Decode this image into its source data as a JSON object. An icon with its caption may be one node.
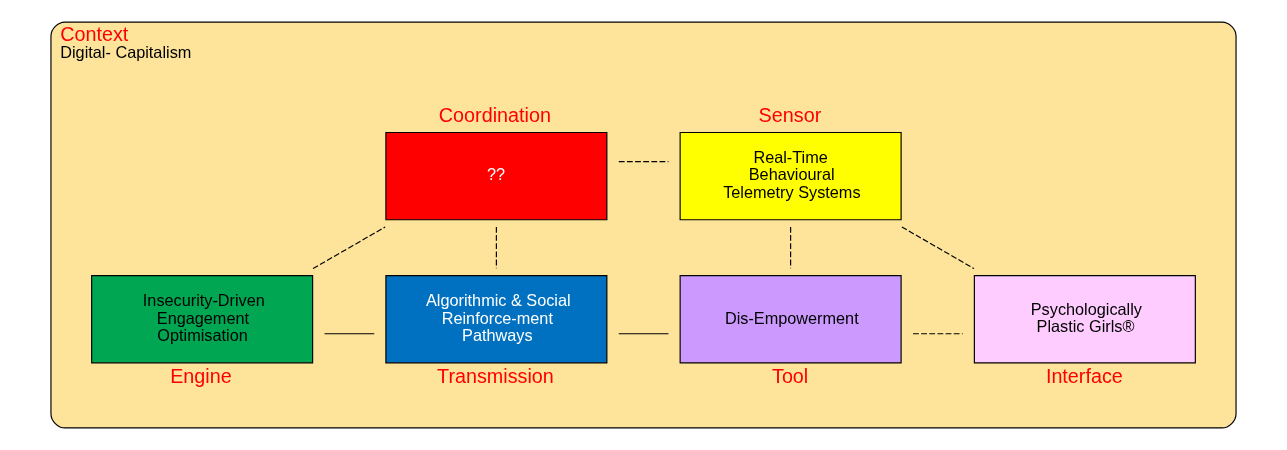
{
  "diagram": {
    "nodes": [
      {
        "text": [
          "Context",
          "Digital- Capitalism"
        ]
      },
      {
        "text": [
          "??"
        ],
        "beside": [
          "Coordination"
        ],
        "in": 0
      },
      {
        "text": [
          "Real-Time Behavioural Telemetry Systems"
        ],
        "beside": [
          "Sensor"
        ],
        "in": 0
      },
      {
        "text": [
          "Insecurity-Driven Engagement Optimisation"
        ],
        "beside": [
          "Engine"
        ],
        "in": 0
      },
      {
        "text": [
          "Algorithmic & Social Reinforce-ment Pathways"
        ],
        "beside": [
          "Transmission"
        ],
        "in": 0
      },
      {
        "text": [
          "Dis-Empowerment"
        ],
        "beside": [
          "Tool"
        ],
        "in": 0
      },
      {
        "text": [
          "Psychologically Plastic Girls®"
        ],
        "beside": [
          "Interface"
        ],
        "in": 0
      }
    ],
    "edges": [
      {
        "from": 3,
        "to": 1,
        "arrow": "none",
        "style": "dashed"
      },
      {
        "from": 1,
        "to": 4,
        "arrow": "none",
        "style": "dashed"
      },
      {
        "from": 1,
        "to": 2,
        "arrow": "none",
        "style": "dashed"
      },
      {
        "from": 2,
        "to": 5,
        "arrow": "none",
        "style": "dashed"
      },
      {
        "from": 2,
        "to": 6,
        "arrow": "none",
        "style": "dashed"
      },
      {
        "from": 3,
        "to": 4,
        "arrow": "none"
      },
      {
        "from": 4,
        "to": 5,
        "arrow": "none"
      },
      {
        "from": 5,
        "to": 6,
        "arrow": "none",
        "style": "dashed"
      }
    ]
  }
}
